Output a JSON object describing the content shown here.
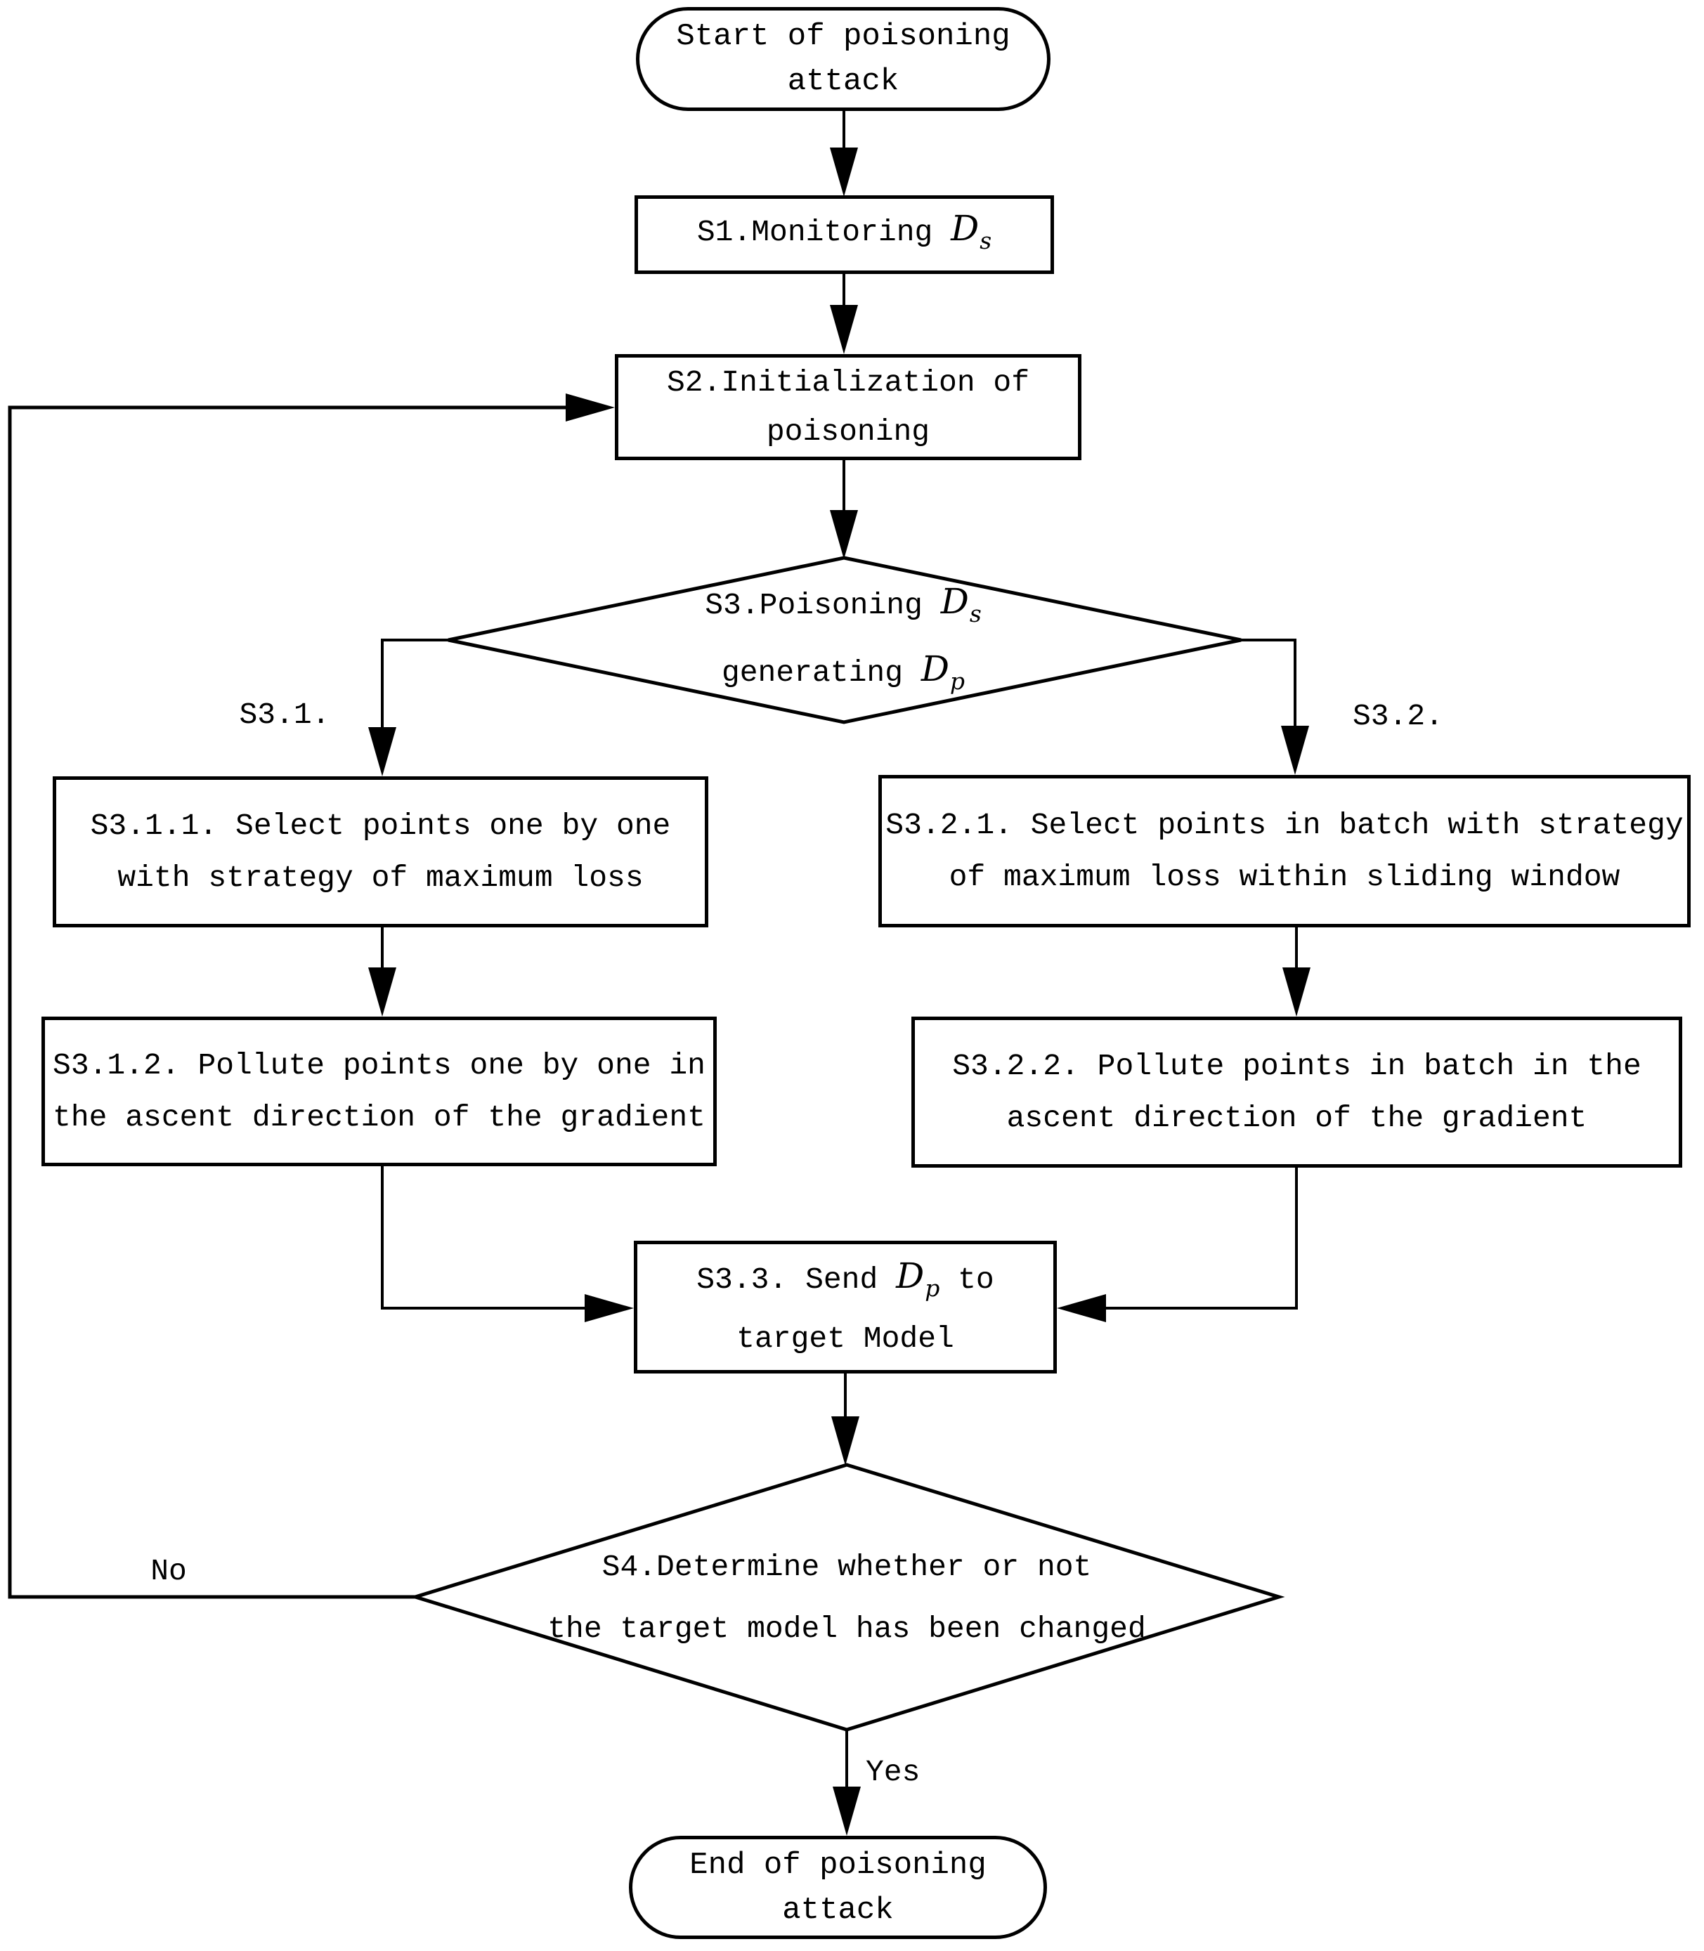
{
  "colors": {
    "ink": "#000000",
    "background": "#ffffff"
  },
  "nodes": {
    "start": {
      "type": "terminator",
      "line1": "Start of poisoning",
      "line2": "attack"
    },
    "s1": {
      "type": "process",
      "pre": "S1.Monitoring ",
      "math_var": "D",
      "math_sub": "s"
    },
    "s2": {
      "type": "process",
      "line1": "S2.Initialization of",
      "line2": "poisoning"
    },
    "s3": {
      "type": "decision",
      "line1_pre": "S3.Poisoning ",
      "line1_var": "D",
      "line1_sub": "s",
      "line2_pre": "generating ",
      "line2_var": "D",
      "line2_sub": "p"
    },
    "s311": {
      "type": "process",
      "line1": "S3.1.1. Select points one by one",
      "line2": "with strategy of maximum loss"
    },
    "s321": {
      "type": "process",
      "line1": "S3.2.1. Select points in batch with strategy",
      "line2": "of maximum loss within sliding window"
    },
    "s312": {
      "type": "process",
      "line1": "S3.1.2. Pollute points one by one in",
      "line2": "the ascent direction of the gradient"
    },
    "s322": {
      "type": "process",
      "line1": "S3.2.2. Pollute points in batch in the",
      "line2": "ascent direction of the gradient"
    },
    "s33": {
      "type": "process",
      "line1_pre": "S3.3. Send ",
      "line1_var": "D",
      "line1_sub": "p",
      "line1_post": " to",
      "line2": "target Model"
    },
    "s4": {
      "type": "decision",
      "line1": "S4.Determine whether or not",
      "line2": "the target model has been changed"
    },
    "end": {
      "type": "terminator",
      "line1": "End of poisoning",
      "line2": "attack"
    }
  },
  "edge_labels": {
    "branch_left": "S3.1.",
    "branch_right": "S3.2.",
    "no": "No",
    "yes": "Yes"
  }
}
